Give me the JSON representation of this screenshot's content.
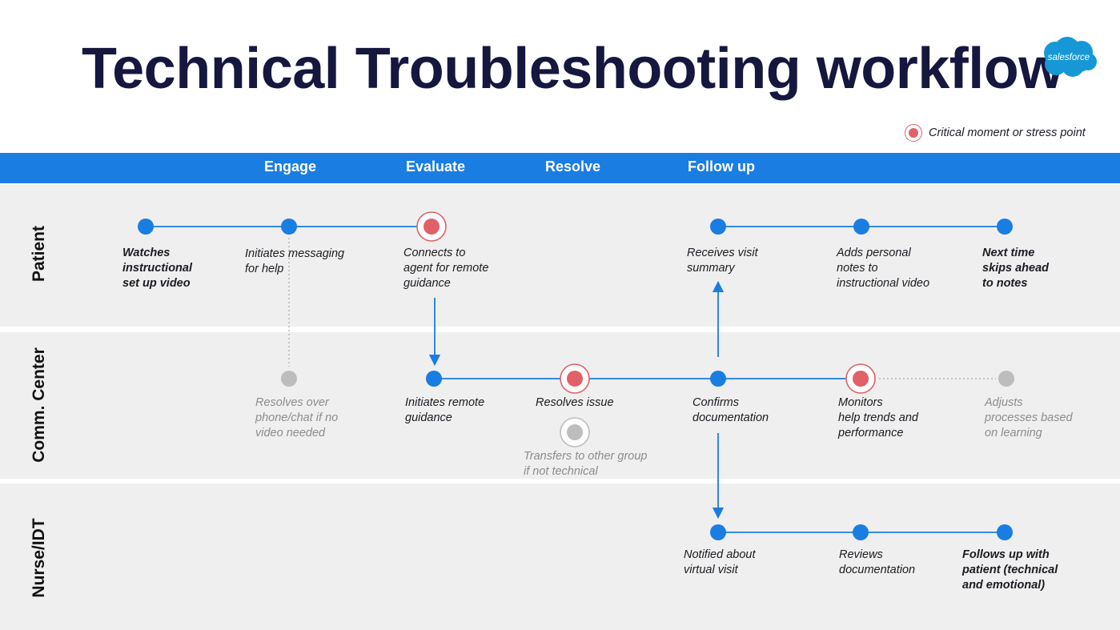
{
  "title": "Technical Troubleshooting workflow",
  "logo_text": "salesforce",
  "legend_label": "Critical moment or stress point",
  "phases": [
    "Engage",
    "Evaluate",
    "Resolve",
    "Follow up"
  ],
  "lanes": [
    "Patient",
    "Comm. Center",
    "Nurse/IDT"
  ],
  "steps": {
    "watches": "Watches\ninstructional\nset up video",
    "initiates_messaging": "Initiates messaging\nfor help",
    "connects": "Connects to\nagent for remote\nguidance",
    "receives_summary": "Receives visit\nsummary",
    "adds_notes": "Adds personal\nnotes to\ninstructional video",
    "next_time": "Next time\nskips ahead\nto notes",
    "resolves_over_phone": "Resolves over\nphone/chat if no\nvideo needed",
    "initiates_remote": "Initiates remote\nguidance",
    "resolves_issue": "Resolves issue",
    "transfers": "Transfers to other group\nif not technical",
    "confirms_doc": "Confirms\ndocumentation",
    "monitors": "Monitors\nhelp trends and\nperformance",
    "adjusts": "Adjusts\nprocesses based\non learning",
    "notified": "Notified about\nvirtual visit",
    "reviews_doc": "Reviews\ndocumentation",
    "follows_up": "Follows up with\npatient (technical\nand emotional)"
  },
  "colors": {
    "primary_blue": "#1a7de2",
    "critical_red": "#e06168",
    "muted_gray": "#bdbdbd",
    "title_navy": "#16173f",
    "lane_background": "#efefef"
  },
  "icons": {
    "logo": "salesforce-cloud-logo",
    "critical": "critical-moment-marker"
  }
}
